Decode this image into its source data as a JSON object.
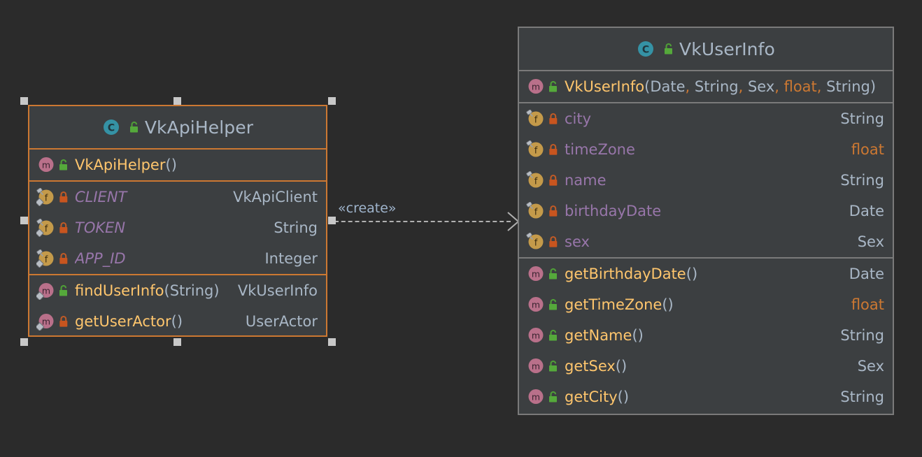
{
  "canvas": {
    "background": "#2b2b2b",
    "node_background": "#3c3f41",
    "selected_border": "#cc7832",
    "unselected_border": "#7a7a7a"
  },
  "diagram": {
    "kind": "uml-class-diagram",
    "nodes": [
      {
        "id": "vk-api-helper",
        "name": "VkApiHelper",
        "selected": true,
        "icon": "class-icon",
        "visibility_icon": "unlock-green-icon",
        "compartments": [
          {
            "id": "constructors",
            "members": [
              {
                "kind": "method",
                "icon": "method-icon",
                "visibility_icon": "unlock-green-icon",
                "static": false,
                "name": "VkApiHelper",
                "params": [],
                "type": "",
                "type_primitive": false
              }
            ]
          },
          {
            "id": "fields",
            "members": [
              {
                "kind": "field",
                "icon": "field-icon",
                "visibility_icon": "lock-orange-icon",
                "static": true,
                "final": true,
                "name": "CLIENT",
                "type": "VkApiClient",
                "type_primitive": false
              },
              {
                "kind": "field",
                "icon": "field-icon",
                "visibility_icon": "lock-orange-icon",
                "static": true,
                "final": true,
                "name": "TOKEN",
                "type": "String",
                "type_primitive": false
              },
              {
                "kind": "field",
                "icon": "field-icon",
                "visibility_icon": "lock-orange-icon",
                "static": true,
                "final": true,
                "name": "APP_ID",
                "type": "Integer",
                "type_primitive": false
              }
            ]
          },
          {
            "id": "methods",
            "members": [
              {
                "kind": "method",
                "icon": "method-icon",
                "visibility_icon": "unlock-green-icon",
                "static": true,
                "name": "findUserInfo",
                "params": [
                  {
                    "type": "String",
                    "primitive": false
                  }
                ],
                "type": "VkUserInfo",
                "type_primitive": false
              },
              {
                "kind": "method",
                "icon": "method-icon",
                "visibility_icon": "lock-orange-icon",
                "static": true,
                "name": "getUserActor",
                "params": [],
                "type": "UserActor",
                "type_primitive": false
              }
            ]
          }
        ]
      },
      {
        "id": "vk-user-info",
        "name": "VkUserInfo",
        "selected": false,
        "icon": "class-icon",
        "visibility_icon": "unlock-green-icon",
        "compartments": [
          {
            "id": "constructors",
            "members": [
              {
                "kind": "method",
                "icon": "method-icon",
                "visibility_icon": "unlock-green-icon",
                "static": false,
                "name": "VkUserInfo",
                "params": [
                  {
                    "type": "Date",
                    "primitive": false
                  },
                  {
                    "type": "String",
                    "primitive": false
                  },
                  {
                    "type": "Sex",
                    "primitive": false
                  },
                  {
                    "type": "float",
                    "primitive": true
                  },
                  {
                    "type": "String",
                    "primitive": false
                  }
                ],
                "type": "",
                "type_primitive": false
              }
            ]
          },
          {
            "id": "fields",
            "members": [
              {
                "kind": "field",
                "icon": "field-icon",
                "visibility_icon": "lock-orange-icon",
                "static": false,
                "final": true,
                "name": "city",
                "type": "String",
                "type_primitive": false
              },
              {
                "kind": "field",
                "icon": "field-icon",
                "visibility_icon": "lock-orange-icon",
                "static": false,
                "final": true,
                "name": "timeZone",
                "type": "float",
                "type_primitive": true
              },
              {
                "kind": "field",
                "icon": "field-icon",
                "visibility_icon": "lock-orange-icon",
                "static": false,
                "final": true,
                "name": "name",
                "type": "String",
                "type_primitive": false
              },
              {
                "kind": "field",
                "icon": "field-icon",
                "visibility_icon": "lock-orange-icon",
                "static": false,
                "final": true,
                "name": "birthdayDate",
                "type": "Date",
                "type_primitive": false
              },
              {
                "kind": "field",
                "icon": "field-icon",
                "visibility_icon": "lock-orange-icon",
                "static": false,
                "final": true,
                "name": "sex",
                "type": "Sex",
                "type_primitive": false
              }
            ]
          },
          {
            "id": "methods",
            "members": [
              {
                "kind": "method",
                "icon": "method-icon",
                "visibility_icon": "unlock-green-icon",
                "static": false,
                "name": "getBirthdayDate",
                "params": [],
                "type": "Date",
                "type_primitive": false
              },
              {
                "kind": "method",
                "icon": "method-icon",
                "visibility_icon": "unlock-green-icon",
                "static": false,
                "name": "getTimeZone",
                "params": [],
                "type": "float",
                "type_primitive": true
              },
              {
                "kind": "method",
                "icon": "method-icon",
                "visibility_icon": "unlock-green-icon",
                "static": false,
                "name": "getName",
                "params": [],
                "type": "String",
                "type_primitive": false
              },
              {
                "kind": "method",
                "icon": "method-icon",
                "visibility_icon": "unlock-green-icon",
                "static": false,
                "name": "getSex",
                "params": [],
                "type": "Sex",
                "type_primitive": false
              },
              {
                "kind": "method",
                "icon": "method-icon",
                "visibility_icon": "unlock-green-icon",
                "static": false,
                "name": "getCity",
                "params": [],
                "type": "String",
                "type_primitive": false
              }
            ]
          }
        ]
      }
    ],
    "edges": [
      {
        "id": "create-dependency",
        "label": "«create»",
        "style": "dashed",
        "arrowhead": "open",
        "from": "vk-api-helper",
        "to": "vk-user-info"
      }
    ]
  }
}
